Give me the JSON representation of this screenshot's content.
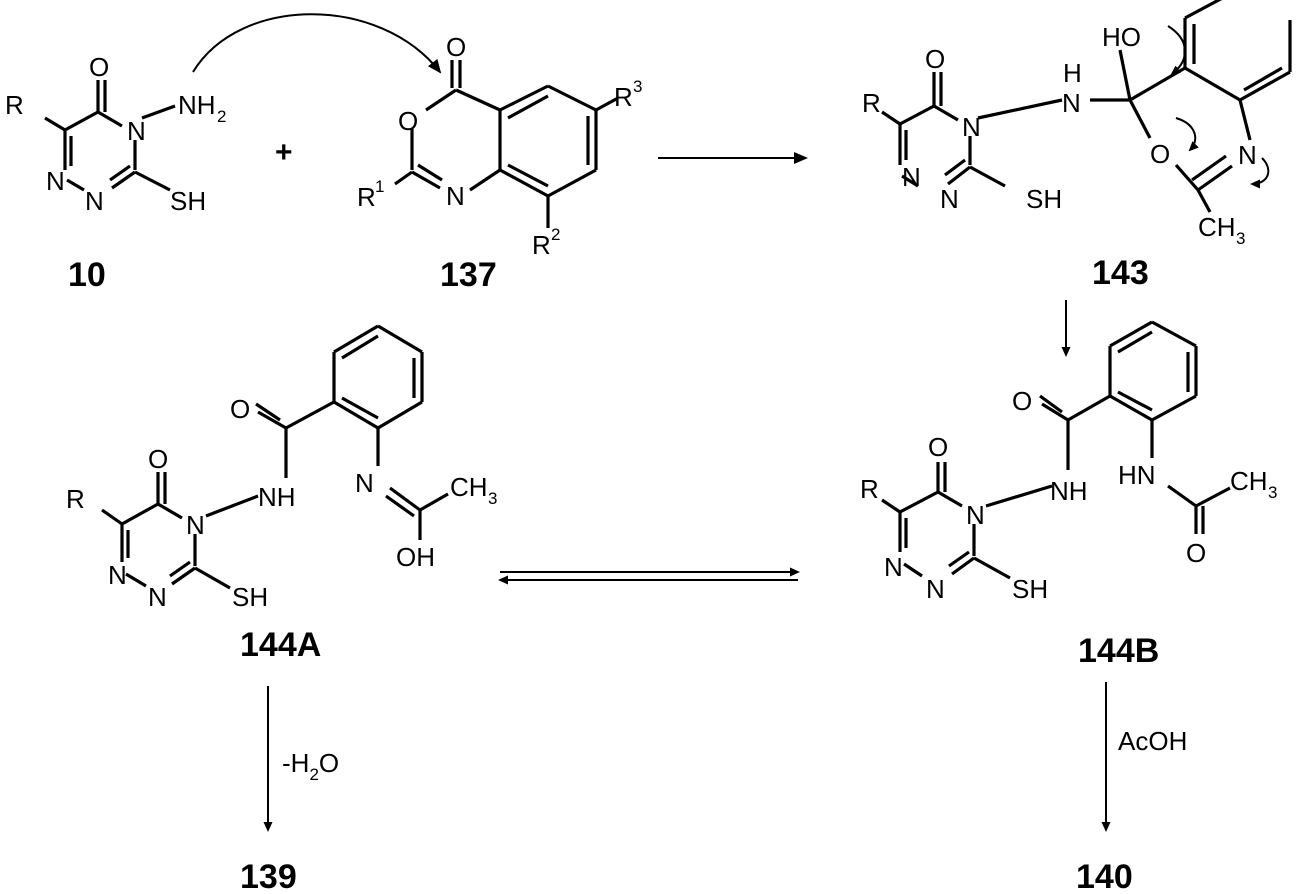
{
  "compounds": {
    "c10": "10",
    "c137": "137",
    "c143": "143",
    "c144A": "144A",
    "c144B": "144B",
    "c139": "139",
    "c140": "140"
  },
  "conditions": {
    "dehydration_prefix": "-H",
    "dehydration_sub": "2",
    "dehydration_suffix": "O",
    "acid": "AcOH"
  },
  "plus_sign": "+",
  "atoms": {
    "R": "R",
    "O": "O",
    "N": "N",
    "NH": "NH",
    "HN": "HN",
    "H": "H",
    "SH": "SH",
    "HO": "HO",
    "OH": "OH",
    "CH": "CH",
    "three": "3",
    "two": "2",
    "one": "1",
    "NH2_main": "NH",
    "NH2_sub": "2"
  }
}
